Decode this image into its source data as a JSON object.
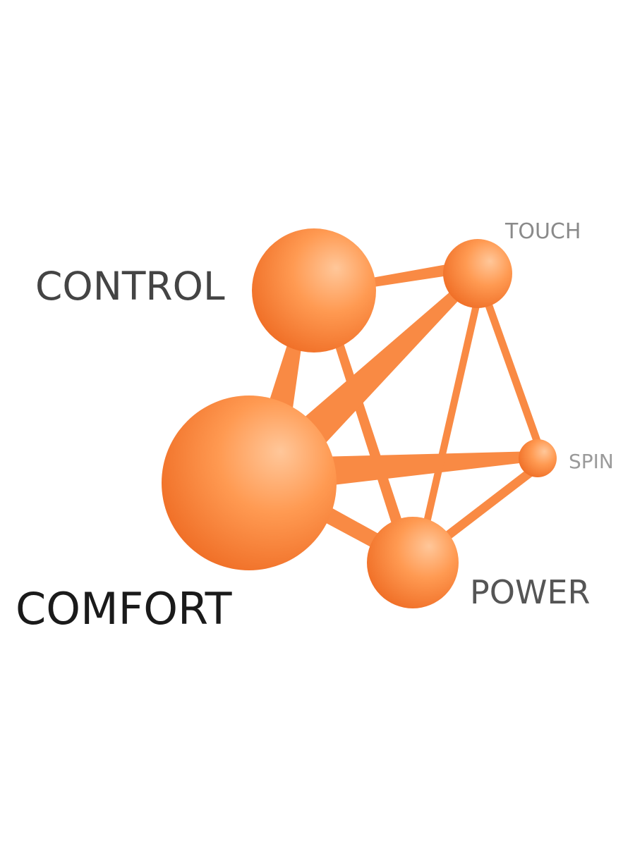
{
  "diagram": {
    "colors": {
      "sphere_light": "#ffc79a",
      "sphere_mid": "#ff9a52",
      "sphere_dark": "#ee6a22",
      "rod": "#f98a44",
      "label_dark": "#1a1a1a",
      "label_mid": "#444444",
      "label_light": "#8a8a8a"
    },
    "nodes": [
      {
        "id": "control",
        "label": "CONTROL"
      },
      {
        "id": "comfort",
        "label": "COMFORT"
      },
      {
        "id": "touch",
        "label": "TOUCH"
      },
      {
        "id": "spin",
        "label": "SPIN"
      },
      {
        "id": "power",
        "label": "POWER"
      }
    ],
    "links": [
      {
        "from": "control",
        "to": "touch"
      },
      {
        "from": "control",
        "to": "comfort"
      },
      {
        "from": "control",
        "to": "power"
      },
      {
        "from": "comfort",
        "to": "touch"
      },
      {
        "from": "comfort",
        "to": "spin"
      },
      {
        "from": "comfort",
        "to": "power"
      },
      {
        "from": "touch",
        "to": "spin"
      },
      {
        "from": "touch",
        "to": "power"
      },
      {
        "from": "spin",
        "to": "power"
      }
    ]
  }
}
